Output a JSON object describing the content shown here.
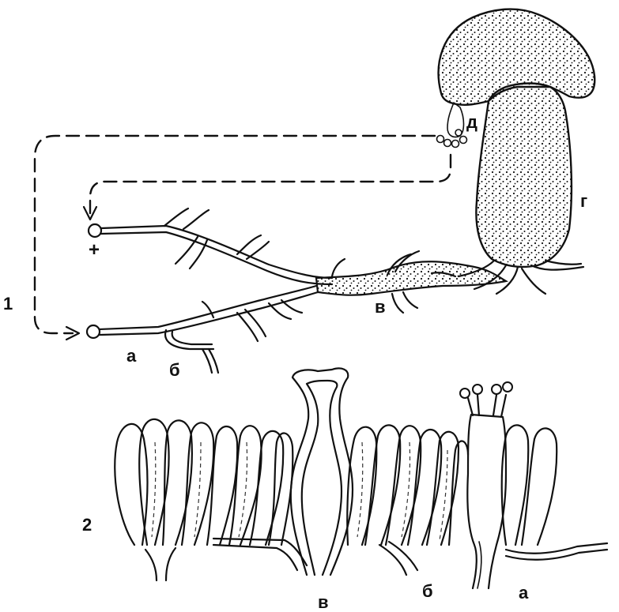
{
  "figure1": {
    "number": "1",
    "labels": {
      "a": "а",
      "b": "б",
      "v": "в",
      "g": "г",
      "d": "д",
      "plus": "+"
    }
  },
  "figure2": {
    "number": "2",
    "labels": {
      "a": "а",
      "b": "б",
      "v": "в"
    }
  }
}
